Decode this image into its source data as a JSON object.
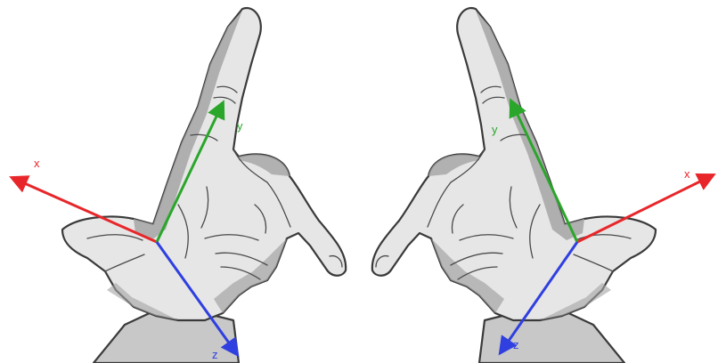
{
  "left_hand": {
    "axes": [
      {
        "id": "x",
        "label": "x",
        "color": "#e8262a"
      },
      {
        "id": "y",
        "label": "y",
        "color": "#2aa62a"
      },
      {
        "id": "z",
        "label": "z",
        "color": "#2f3fe0"
      }
    ]
  },
  "right_hand": {
    "axes": [
      {
        "id": "x",
        "label": "x",
        "color": "#e8262a"
      },
      {
        "id": "y",
        "label": "y",
        "color": "#2aa62a"
      },
      {
        "id": "z",
        "label": "z",
        "color": "#2f3fe0"
      }
    ]
  }
}
